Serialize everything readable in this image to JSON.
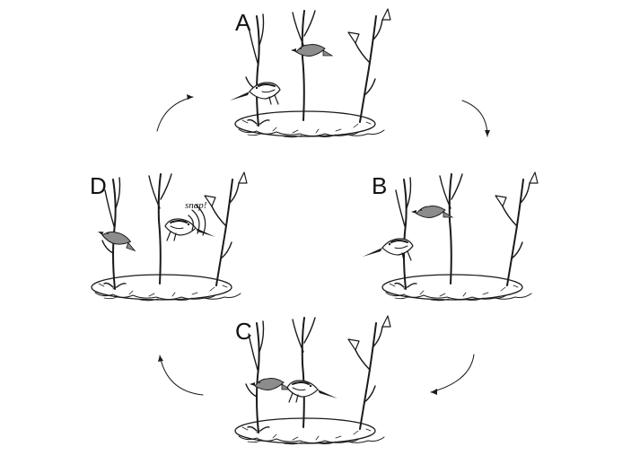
{
  "panels": [
    {
      "id": "A",
      "label": "A"
    },
    {
      "id": "B",
      "label": "B"
    },
    {
      "id": "C",
      "label": "C"
    },
    {
      "id": "D",
      "label": "D"
    }
  ],
  "sound_label": "snap!",
  "colors": {
    "ink": "#1a1a1a",
    "grey_bird": "#8c8c8c",
    "ground": "#555555"
  }
}
